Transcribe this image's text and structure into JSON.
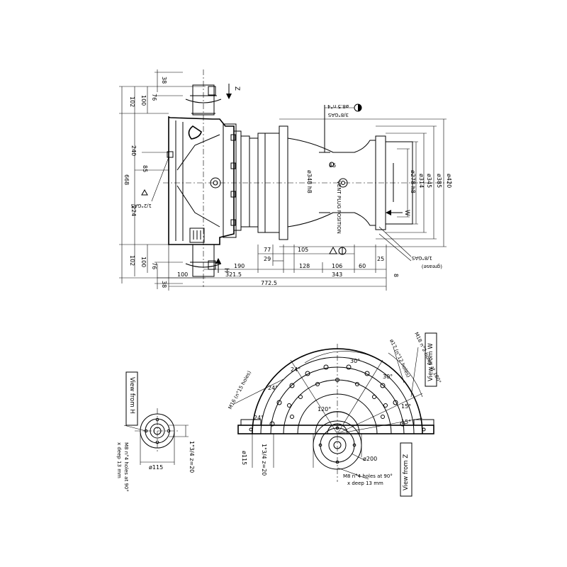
{
  "side_view": {
    "left_dims": [
      "38",
      "76",
      "100",
      "102",
      "240",
      "85",
      "668",
      "224",
      "102",
      "76",
      "100",
      "38"
    ],
    "bottom_dims": [
      "77",
      "105",
      "29",
      "190",
      "128",
      "106",
      "60",
      "25",
      "100",
      "321.5",
      "343",
      "8",
      "772.5"
    ],
    "right_dims": [
      "ø420",
      "ø385",
      "ø345",
      "ø314",
      "ø278 h8"
    ],
    "body_labels": {
      "d348": "ø348 h8",
      "d65": "65",
      "vent": "VENT PLUG POSITION",
      "port_half": "1/2\"GAS"
    },
    "top_notes": {
      "holes": "ø8.5 n°4",
      "port": "3/8\"GAS"
    },
    "right_notes": {
      "port": "1/8\"GAS",
      "grease": "(grease)"
    },
    "arrows": {
      "z": "Z",
      "h": "H",
      "w": "W"
    }
  },
  "view_h": {
    "title": "View from H",
    "d115": "ø115",
    "spline": "1\"3/4 z=20",
    "holes_line1": "M8 n°4 holes at 90°",
    "holes_line2": "x deep 13 mm"
  },
  "view_w": {
    "title": "View from W",
    "holes_line1": "M18 n°2 holes at 180°",
    "holes_line2": "ø17 (n°12 holes)",
    "m16": "M16 (n°15 holes)",
    "angles": [
      "30°",
      "30°",
      "24°",
      "24°",
      "24°",
      "15°",
      "15°",
      "120°"
    ]
  },
  "view_z": {
    "title": "View from Z",
    "d115": "ø115",
    "spline": "1\"3/4 z=20",
    "d200": "ø200",
    "holes_line1": "M8 n°4 holes at 90°",
    "holes_line2": "x deep 13 mm"
  }
}
